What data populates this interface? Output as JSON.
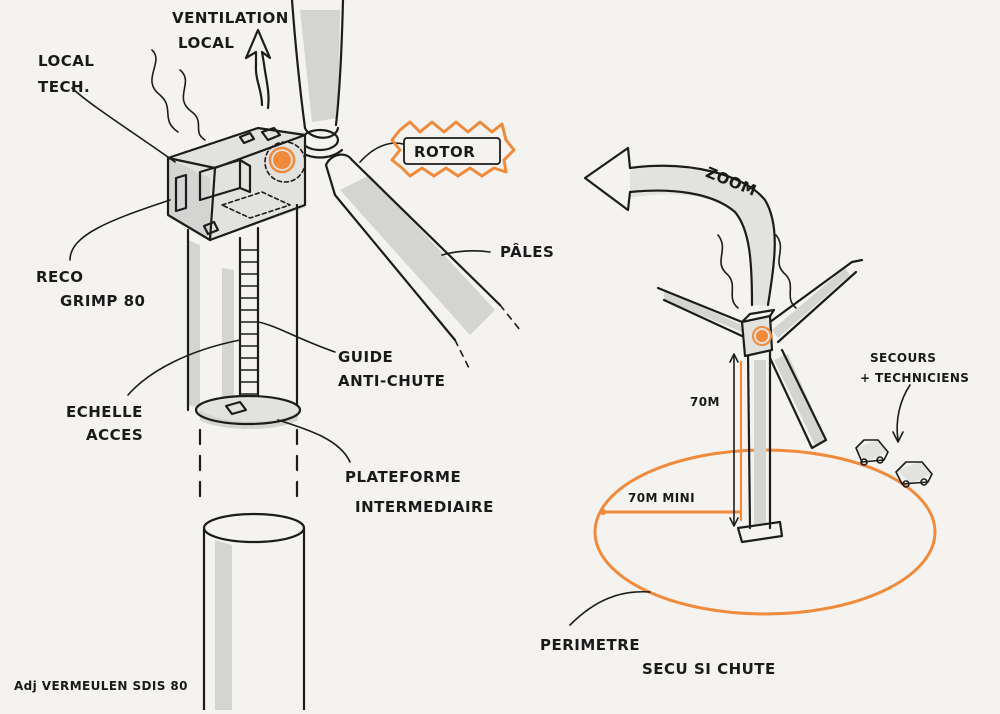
{
  "labels": {
    "ventilation_1": "VENTILATION",
    "ventilation_2": "LOCAL",
    "local_1": "LOCAL",
    "local_2": "TECH.",
    "rotor": "ROTOR",
    "pales": "PÂLES",
    "reco_1": "RECO",
    "reco_2": "GRIMP 80",
    "guide_1": "GUIDE",
    "guide_2": "ANTI-CHUTE",
    "echelle_1": "ECHELLE",
    "echelle_2": "ACCES",
    "plateforme_1": "PLATEFORME",
    "plateforme_2": "INTERMEDIAIRE",
    "zoom": "ZOOM",
    "height": "70M",
    "radius": "70M MINI",
    "secours_1": "SECOURS",
    "secours_2": "+ TECHNICIENS",
    "perimetre_1": "PERIMETRE",
    "perimetre_2": "SECU   SI CHUTE",
    "author": "Adj VERMEULEN   SDIS 80"
  },
  "colors": {
    "ink": "#1c1c1c",
    "accent": "#f08a3c",
    "shade": "#d4d4d2",
    "paper": "#f4f3f0"
  }
}
